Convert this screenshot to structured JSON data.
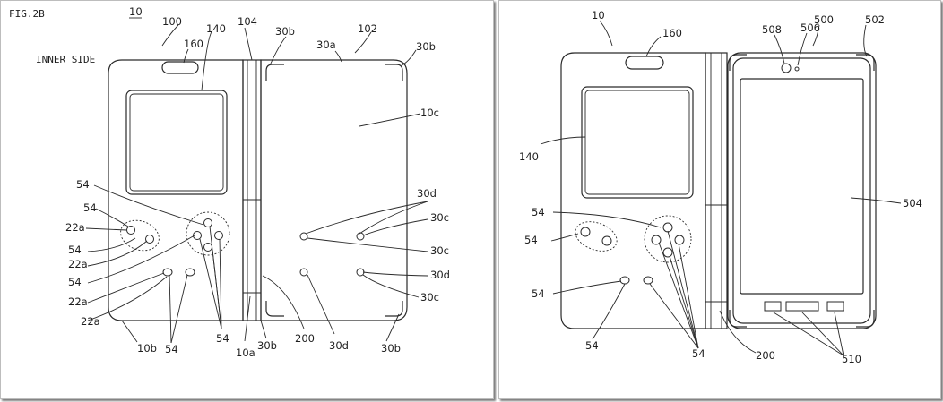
{
  "left": {
    "fig": "FIG.2B",
    "ref10": "10",
    "side": "INNER SIDE",
    "labels": {
      "l100": "100",
      "l160": "160",
      "l140": "140",
      "l104": "104",
      "l30b_a": "30b",
      "l30a": "30a",
      "l102": "102",
      "l30b_b": "30b",
      "l10c": "10c",
      "l54_a": "54",
      "l54_b": "54",
      "l22a_a": "22a",
      "l54_c": "54",
      "l22a_b": "22a",
      "l54_d": "54",
      "l22a_c": "22a",
      "l22a_d": "22a",
      "l30d_a": "30d",
      "l30c_a": "30c",
      "l30c_b": "30c",
      "l30d_b": "30d",
      "l30c_c": "30c",
      "l10b": "10b",
      "l54_e": "54",
      "l54_f": "54",
      "l30b_c": "30b",
      "l10a": "10a",
      "l200": "200",
      "l30d_c": "30d",
      "l30b_d": "30b"
    }
  },
  "right": {
    "labels": {
      "l10": "10",
      "l160": "160",
      "l508": "508",
      "l506": "506",
      "l500": "500",
      "l502": "502",
      "l140": "140",
      "l504": "504",
      "l54_a": "54",
      "l54_b": "54",
      "l54_c": "54",
      "l54_d": "54",
      "l54_e": "54",
      "l200": "200",
      "l510": "510"
    }
  }
}
